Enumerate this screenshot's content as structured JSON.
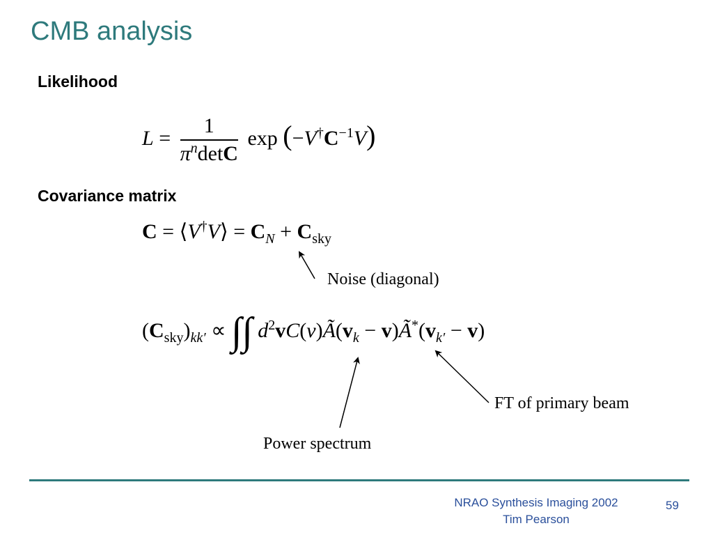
{
  "slide": {
    "title": "CMB analysis",
    "heading_likelihood": "Likelihood",
    "heading_covariance": "Covariance matrix"
  },
  "equations": {
    "likelihood": {
      "lhs": "L",
      "numerator": "1",
      "denominator_pi": "π",
      "denominator_exp": "n",
      "denominator_det": "det",
      "denominator_C": "C",
      "func": "exp",
      "minus": "−",
      "V": "V",
      "dagger": "†",
      "C": "C",
      "inverse": "−1"
    },
    "covariance": {
      "C": "C",
      "langle": "⟨",
      "rangle": "⟩",
      "V": "V",
      "dagger": "†",
      "noise_sub": "N",
      "sky_sub": "sky"
    },
    "sky": {
      "C": "C",
      "sky_sub": "sky",
      "index_sub": "kk′",
      "propto": "∝",
      "integral": "∫",
      "d": "d",
      "d_exp": "2",
      "v": "v",
      "Cfunc": "C",
      "arg": "v",
      "A": "Ã",
      "k_sub": "k",
      "kprime_sub": "k′",
      "star": "*",
      "minus": "−"
    }
  },
  "annotations": {
    "noise": "Noise (diagonal)",
    "ft_beam": "FT of primary beam",
    "power_spectrum": "Power spectrum"
  },
  "footer": {
    "credit_line1": "NRAO Synthesis Imaging 2002",
    "credit_line2": "Tim Pearson",
    "page_number": "59"
  },
  "colors": {
    "title": "#2e7a7c",
    "rule": "#2e7a7c",
    "footer_text": "#2a4f9b"
  }
}
